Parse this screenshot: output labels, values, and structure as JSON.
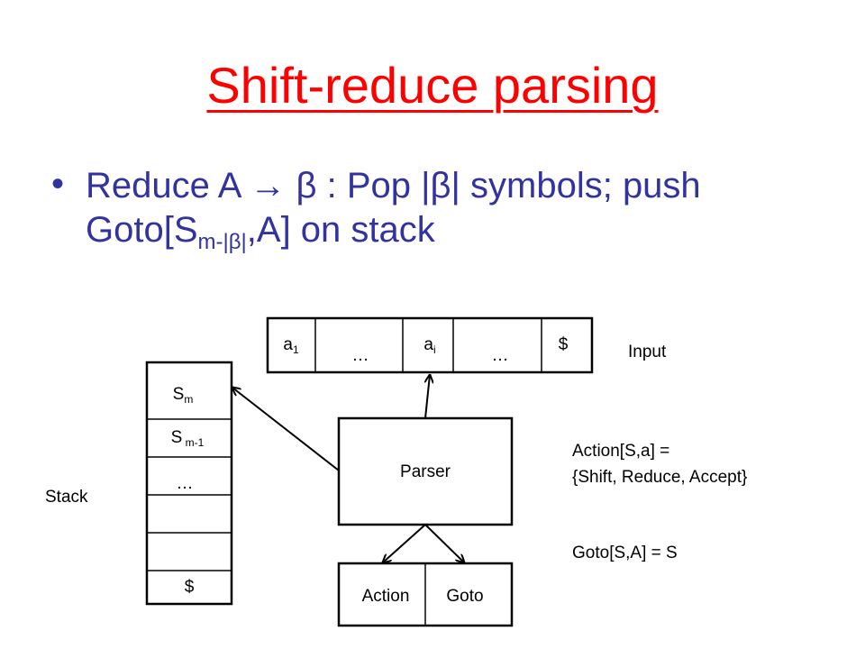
{
  "title": "Shift-reduce parsing",
  "bullet": {
    "dot": "•",
    "line1": "Reduce A → β : Pop |β| symbols; push",
    "line2_prefix": "Goto[S",
    "line2_sub": "m-|β|",
    "line2_suffix": ",A] on stack"
  },
  "input": {
    "label": "Input",
    "cells": [
      {
        "main": "a",
        "sub": "1"
      },
      {
        "main": "…",
        "sub": ""
      },
      {
        "main": "a",
        "sub": "i"
      },
      {
        "main": "…",
        "sub": ""
      },
      {
        "main": "$",
        "sub": ""
      }
    ]
  },
  "stack": {
    "label": "Stack",
    "cells": [
      {
        "main": "S",
        "sub": "m"
      },
      {
        "main": "S",
        "sub": " m-1"
      },
      {
        "main": "…",
        "sub": ""
      },
      {
        "main": "",
        "sub": ""
      },
      {
        "main": "",
        "sub": ""
      },
      {
        "main": "$",
        "sub": ""
      }
    ]
  },
  "parser": {
    "label": "Parser"
  },
  "tables": {
    "action": "Action",
    "goto": "Goto"
  },
  "notes": {
    "action_line1": "Action[S,a] =",
    "action_line2": "{Shift, Reduce, Accept}",
    "goto": "Goto[S,A] = S"
  }
}
